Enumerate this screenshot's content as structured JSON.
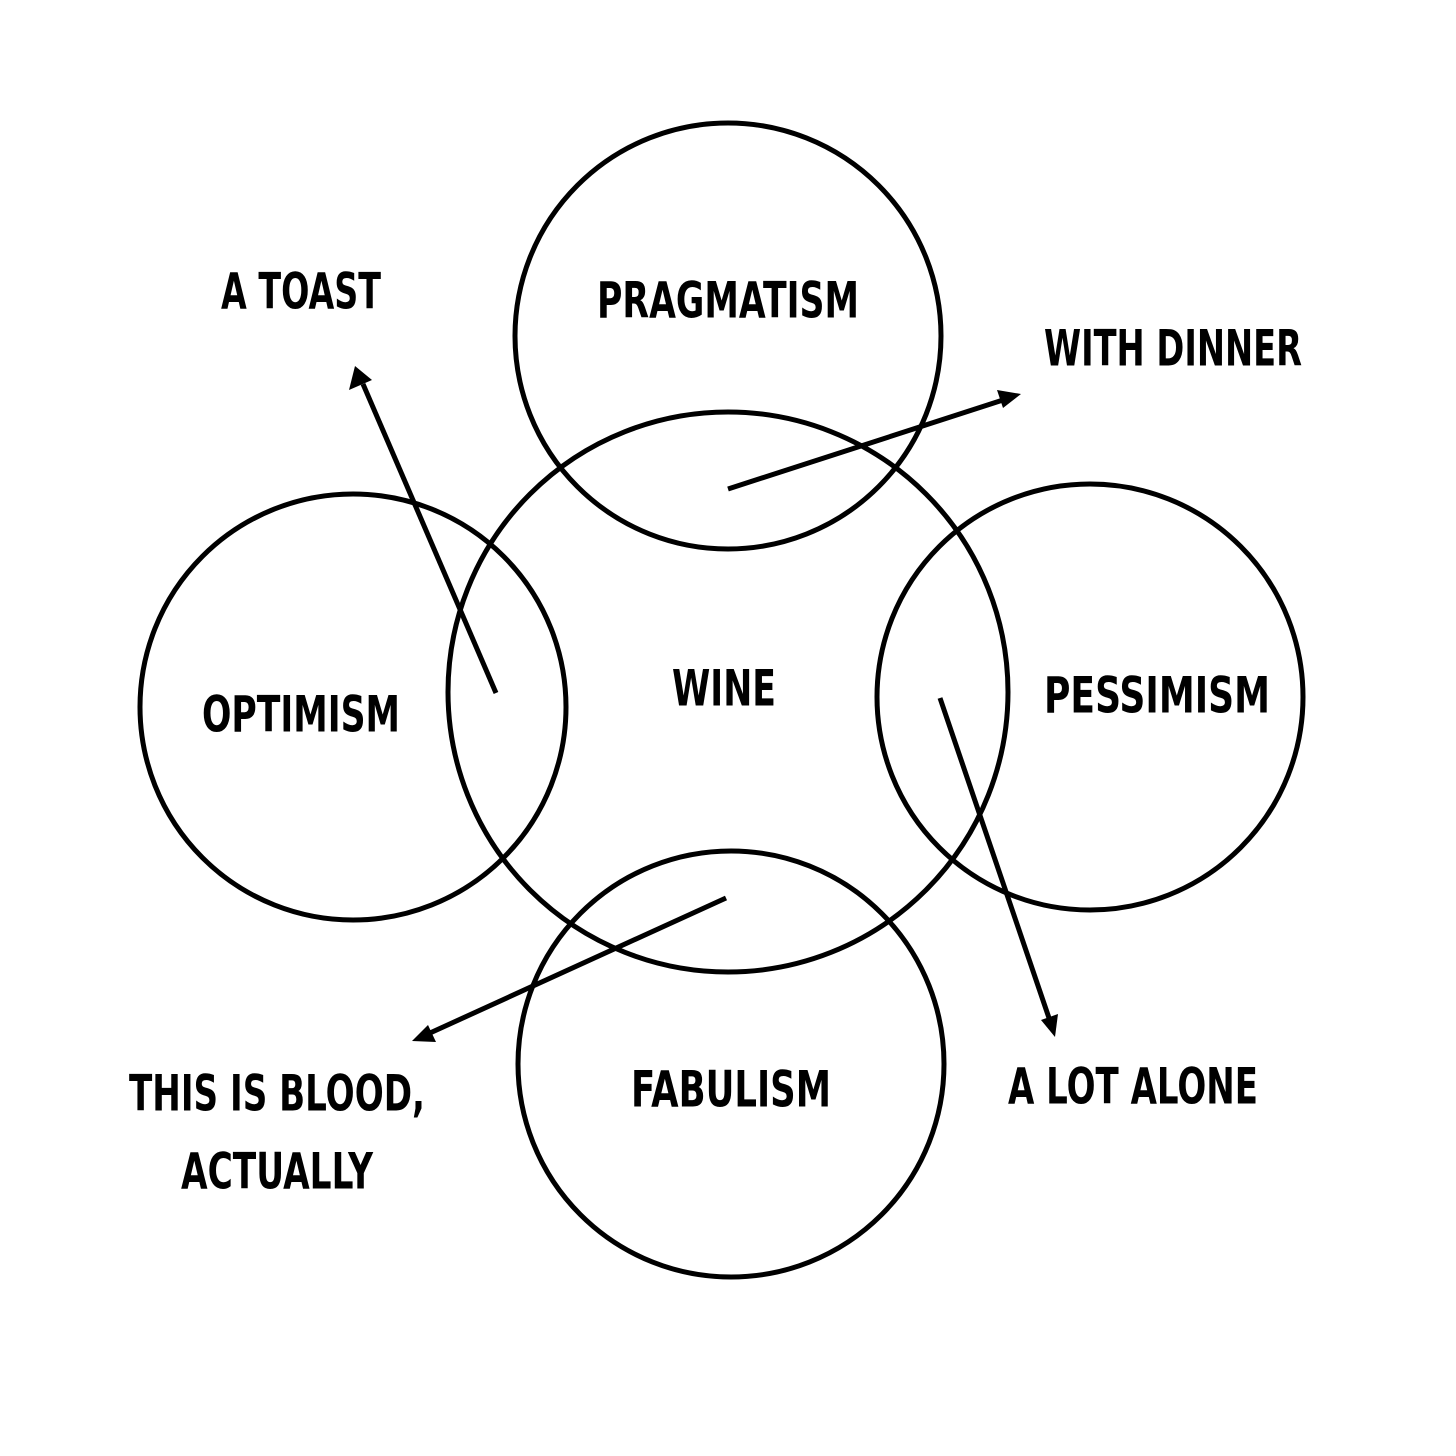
{
  "center": {
    "label": "WINE"
  },
  "circles": [
    {
      "label": "PRAGMATISM"
    },
    {
      "label": "OPTIMISM"
    },
    {
      "label": "PESSIMISM"
    },
    {
      "label": "FABULISM"
    }
  ],
  "outcomes": [
    {
      "label": "A TOAST"
    },
    {
      "label": "WITH DINNER"
    },
    {
      "label": "A LOT ALONE"
    },
    {
      "line1": "THIS IS BLOOD,",
      "line2": "ACTUALLY"
    }
  ],
  "colors": {
    "stroke": "#000000",
    "background": "#ffffff"
  }
}
